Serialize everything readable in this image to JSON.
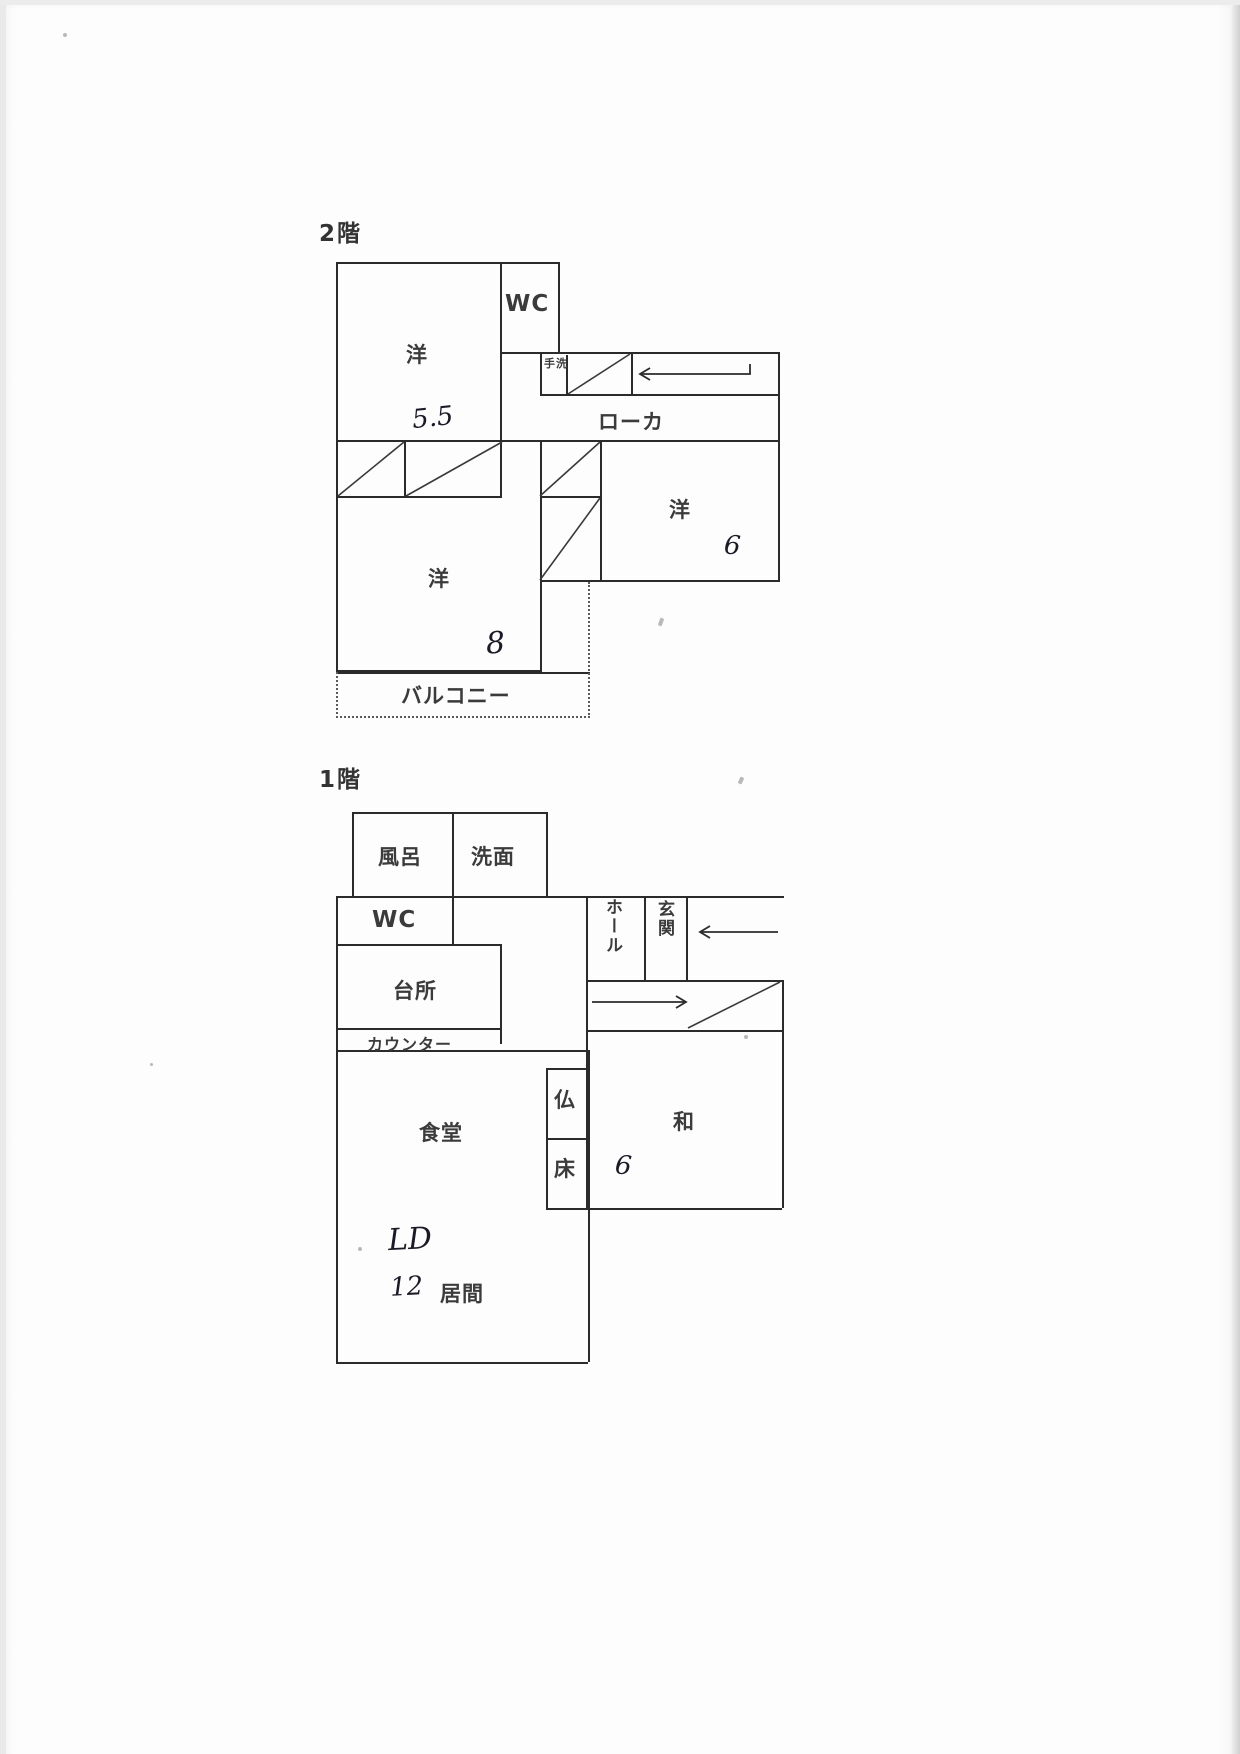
{
  "document": {
    "kind": "floor-plan-scan",
    "ink_color": "#2b2b2b",
    "pen_color": "#1b1b28"
  },
  "floors": [
    {
      "id": "second-floor",
      "title": "2階",
      "rooms": [
        {
          "key": "yoshitsu_upper_left",
          "label": "洋",
          "note": "western-style room upper-left"
        },
        {
          "key": "wc",
          "label": "WC",
          "note": "toilet"
        },
        {
          "key": "tearai",
          "label": "手洗",
          "note": "hand wash"
        },
        {
          "key": "roka",
          "label": "ローカ",
          "note": "corridor"
        },
        {
          "key": "yoshitsu_right",
          "label": "洋",
          "note": "western-style room right"
        },
        {
          "key": "yoshitsu_lower_left",
          "label": "洋",
          "note": "western-style room lower-left"
        },
        {
          "key": "balcony",
          "label": "バルコニー",
          "note": "balcony"
        }
      ],
      "handwritten": [
        {
          "key": "size_upper_left",
          "text": "5.5"
        },
        {
          "key": "size_right",
          "text": "6"
        },
        {
          "key": "size_lower_left",
          "text": "8"
        }
      ]
    },
    {
      "id": "first-floor",
      "title": "1階",
      "rooms": [
        {
          "key": "furo",
          "label": "風呂",
          "note": "bath"
        },
        {
          "key": "senmen",
          "label": "洗面",
          "note": "washroom"
        },
        {
          "key": "wc",
          "label": "WC",
          "note": "toilet"
        },
        {
          "key": "daidokoro",
          "label": "台所",
          "note": "kitchen"
        },
        {
          "key": "counter",
          "label": "カウンター",
          "note": "counter"
        },
        {
          "key": "shokudo",
          "label": "食堂",
          "note": "dining room"
        },
        {
          "key": "hall",
          "label": "ホール",
          "note": "hall"
        },
        {
          "key": "genkan",
          "label": "玄関",
          "note": "entrance"
        },
        {
          "key": "butsu",
          "label": "仏",
          "note": "buddhist altar alcove"
        },
        {
          "key": "toko",
          "label": "床",
          "note": "tokonoma alcove"
        },
        {
          "key": "washitsu",
          "label": "和",
          "note": "japanese-style room"
        },
        {
          "key": "ima",
          "label": "居間",
          "note": "living room"
        }
      ],
      "handwritten": [
        {
          "key": "size_washitsu",
          "text": "6"
        },
        {
          "key": "ld_mark",
          "text": "LD"
        },
        {
          "key": "size_ima",
          "text": "12"
        }
      ]
    }
  ]
}
